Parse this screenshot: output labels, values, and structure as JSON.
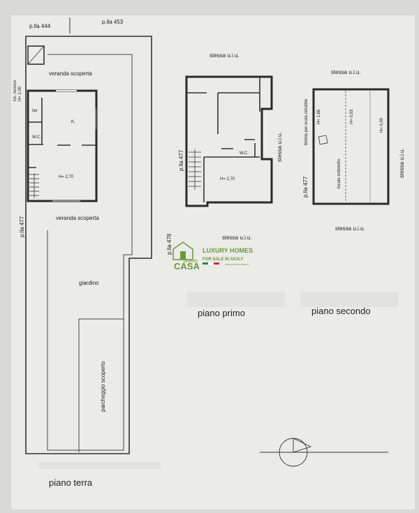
{
  "colors": {
    "paper": "#eaeae6",
    "wall": "#333333",
    "logo": "#6a9a3a",
    "flag_green": "#2e8b3a",
    "flag_white": "#ffffff",
    "flag_red": "#c8333a"
  },
  "ground_floor": {
    "title": "piano terra",
    "parcel_top_left": "p.lla 444",
    "parcel_top_right": "p.lla 453",
    "parcel_left": "p.lla 477",
    "parcel_right": "p.lla 478",
    "technical_room": "loc. tecnico",
    "technical_height": "H= 2,00",
    "veranda_top": "veranda scoperta",
    "veranda_bottom": "veranda scoperta",
    "laundry": "lav",
    "kitchen": "K.",
    "wc": "W.C.",
    "room_height": "H= 2,70",
    "garden": "giardino",
    "parking": "parcheggio scoperto"
  },
  "first_floor": {
    "title": "piano primo",
    "same_unit_top": "stessa u.i.u.",
    "same_unit_right": "stessa u.i.u.",
    "same_unit_bottom": "stessa u.i.u.",
    "parcel_left": "p.lla 477",
    "wc": "W.C.",
    "room_height": "H= 2,70"
  },
  "second_floor": {
    "title": "piano secondo",
    "same_unit_top": "stessa u.i.u.",
    "same_unit_right": "stessa u.i.u.",
    "same_unit_bottom": "stessa u.i.u.",
    "parcel_left": "p.lla 477",
    "trapdoor": "Botola per scala retrattile",
    "height_min": "H= 1,66",
    "height_mid": "H= 0,93",
    "height_zero": "H= 0,00",
    "attic": "locale sottotetto"
  },
  "logo": {
    "pronto": "pronto",
    "casa": "CASA",
    "line1": "LUXURY HOMES",
    "line2": "FOR SALE IN SICILY",
    "url": "www.pronto-casa.it"
  }
}
